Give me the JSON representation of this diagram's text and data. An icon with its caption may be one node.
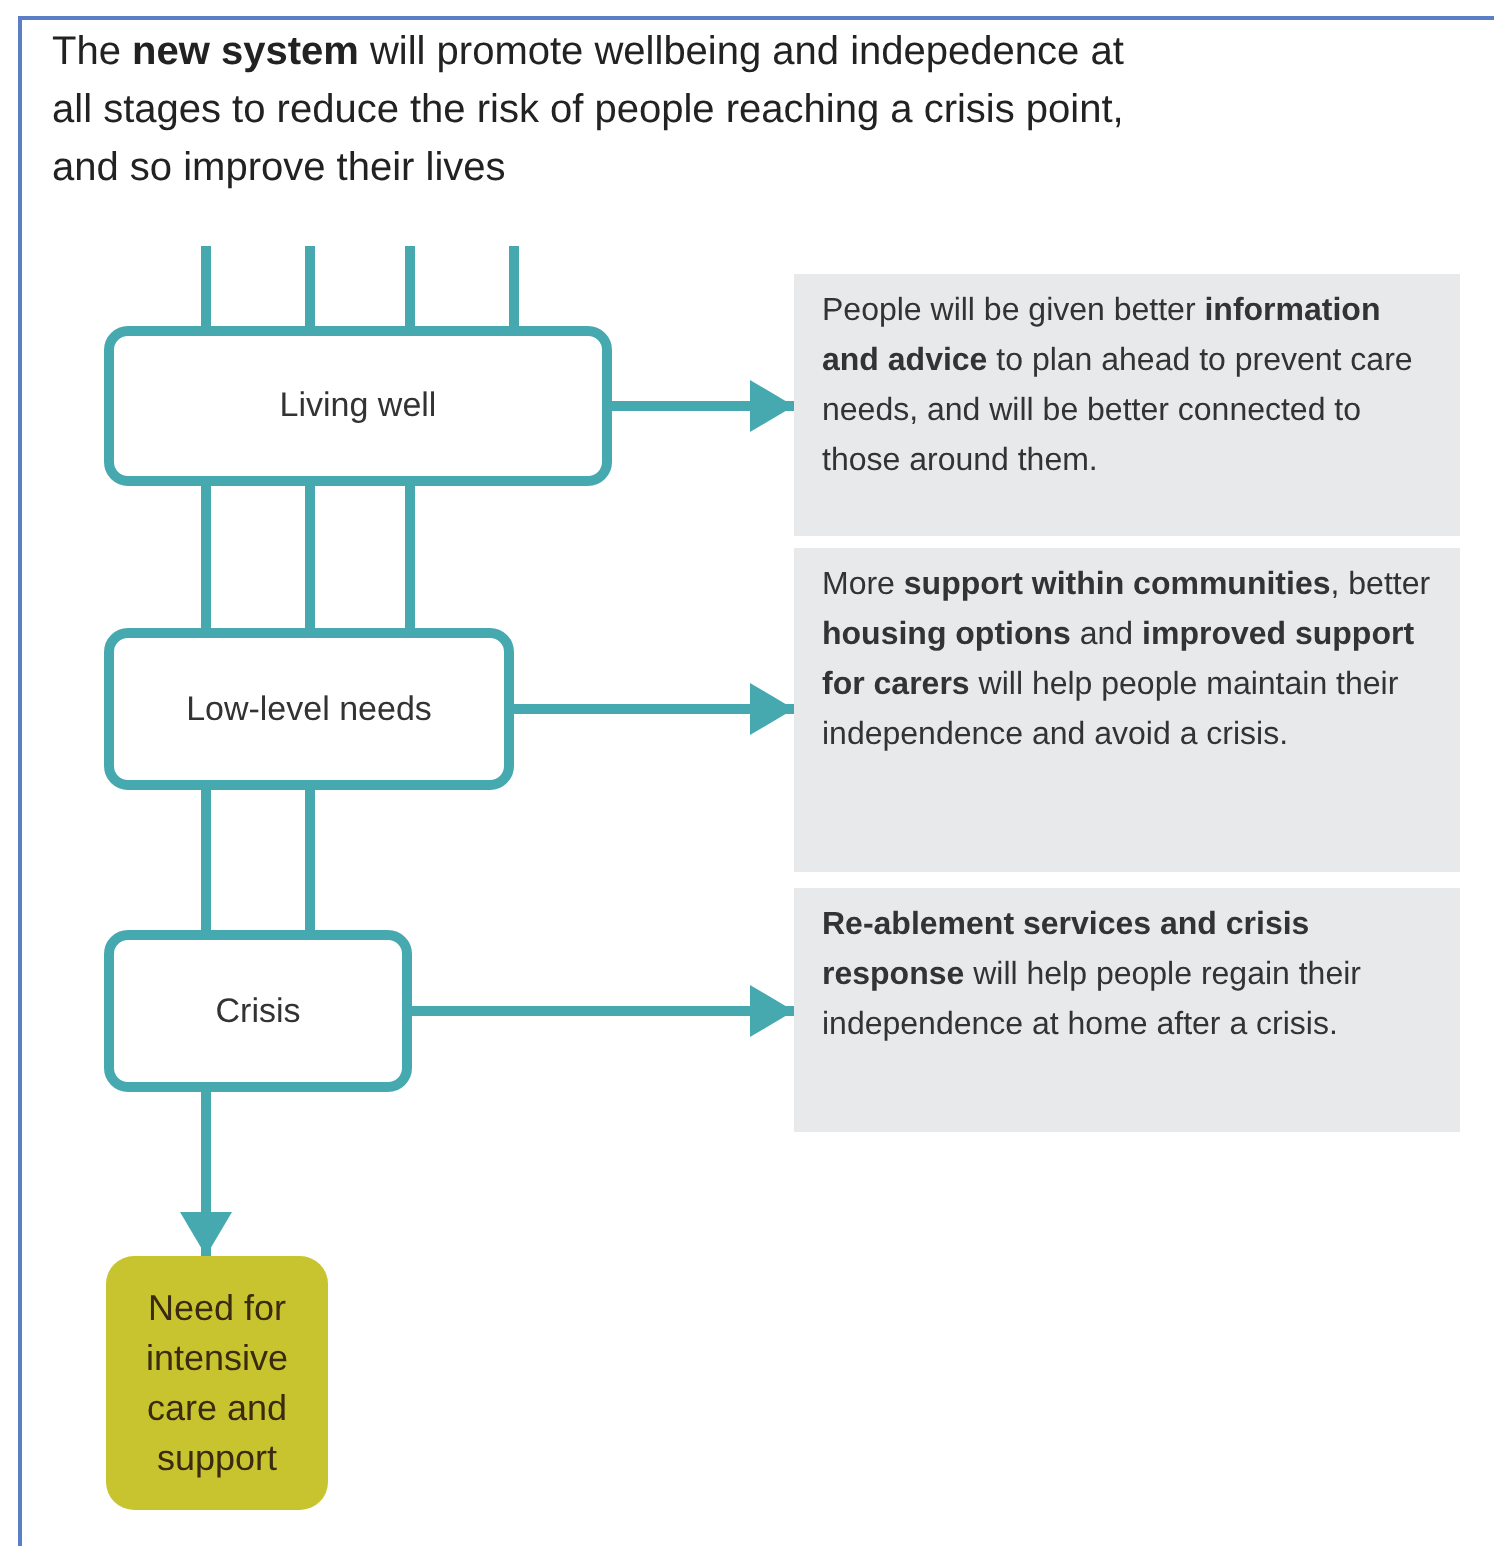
{
  "diagram": {
    "title": "The **new system** will promote wellbeing and indepedence at all stages to reduce the risk of people reaching a crisis point, and so improve their lives",
    "nodes": [
      {
        "text": [
          "Living well"
        ]
      },
      {
        "text": [
          "Low-level needs"
        ]
      },
      {
        "text": [
          "Crisis"
        ]
      },
      {
        "text": [
          "Need for intensive care and support"
        ]
      },
      {
        "text": [
          "People will be given better **information and advice** to plan ahead to prevent care needs, and will be better connected to those around them."
        ]
      },
      {
        "text": [
          "More **support within communities**, better **housing options** and **improved support for carers** will help people maintain their independence and avoid a crisis."
        ]
      },
      {
        "text": [
          "**Re-ablement services and crisis response** will help people regain their independence at home after a crisis."
        ]
      }
    ],
    "edges": [
      {
        "from": null,
        "to": 0,
        "arrow": "none"
      },
      {
        "from": null,
        "to": 0,
        "arrow": "none"
      },
      {
        "from": null,
        "to": 0,
        "arrow": "none"
      },
      {
        "from": null,
        "to": 0,
        "arrow": "none"
      },
      {
        "from": 0,
        "to": 1,
        "arrow": "none"
      },
      {
        "from": 0,
        "to": 1,
        "arrow": "none"
      },
      {
        "from": 0,
        "to": 1,
        "arrow": "none"
      },
      {
        "from": 1,
        "to": 2,
        "arrow": "none"
      },
      {
        "from": 1,
        "to": 2,
        "arrow": "none"
      },
      {
        "from": 2,
        "to": 3,
        "arrow": "to"
      },
      {
        "from": 0,
        "to": 4,
        "arrow": "to"
      },
      {
        "from": 1,
        "to": 5,
        "arrow": "to"
      },
      {
        "from": 2,
        "to": 6,
        "arrow": "to"
      }
    ]
  }
}
